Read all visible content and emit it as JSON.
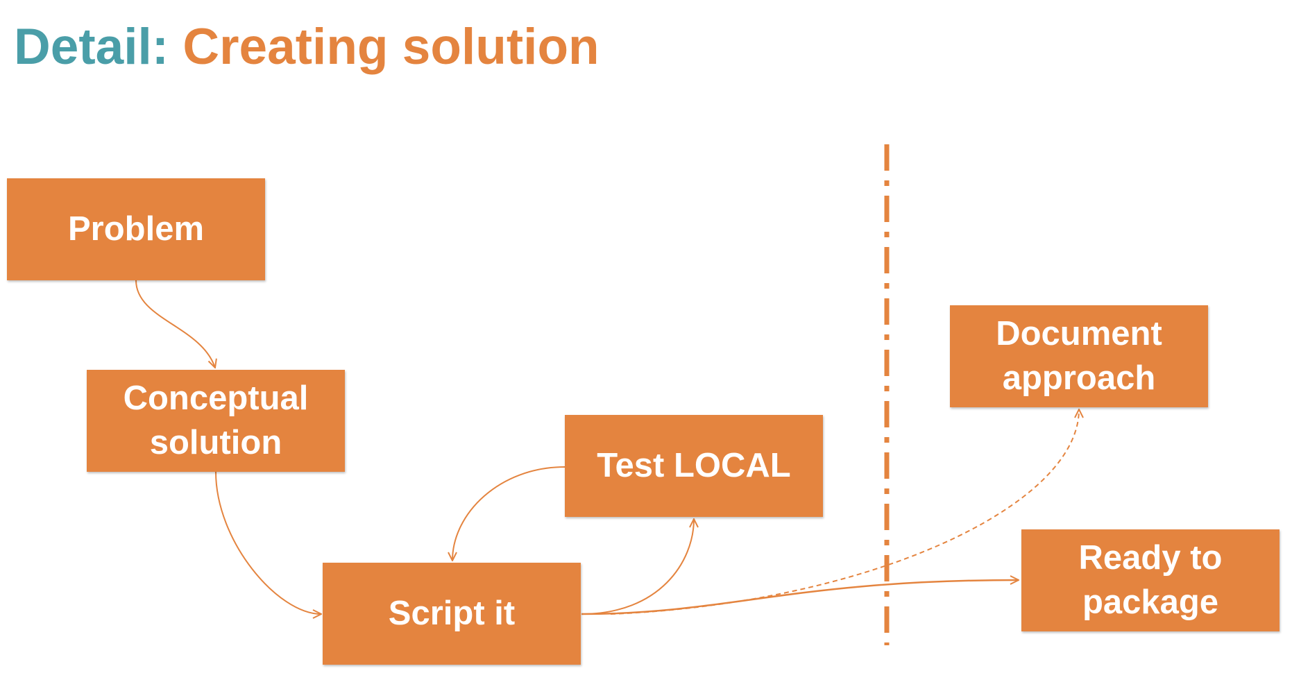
{
  "title": {
    "prefix": "Detail:",
    "main": "Creating solution"
  },
  "colors": {
    "accent": "#e4843f",
    "title_prefix": "#4a9ea8",
    "box_text": "#ffffff"
  },
  "boxes": {
    "problem": {
      "line1": "Problem"
    },
    "conceptual": {
      "line1": "Conceptual",
      "line2": "solution"
    },
    "script": {
      "line1": "Script it"
    },
    "test": {
      "line1": "Test LOCAL"
    },
    "document": {
      "line1": "Document",
      "line2": "approach"
    },
    "ready": {
      "line1": "Ready to",
      "line2": "package"
    }
  },
  "connections": [
    {
      "from": "problem",
      "to": "conceptual",
      "style": "solid"
    },
    {
      "from": "conceptual",
      "to": "script",
      "style": "solid"
    },
    {
      "from": "script",
      "to": "test",
      "style": "solid"
    },
    {
      "from": "test",
      "to": "script",
      "style": "solid"
    },
    {
      "from": "script",
      "to": "ready",
      "style": "solid"
    },
    {
      "from": "script",
      "to": "document",
      "style": "dashed"
    }
  ],
  "divider": {
    "style": "dash-dot"
  }
}
